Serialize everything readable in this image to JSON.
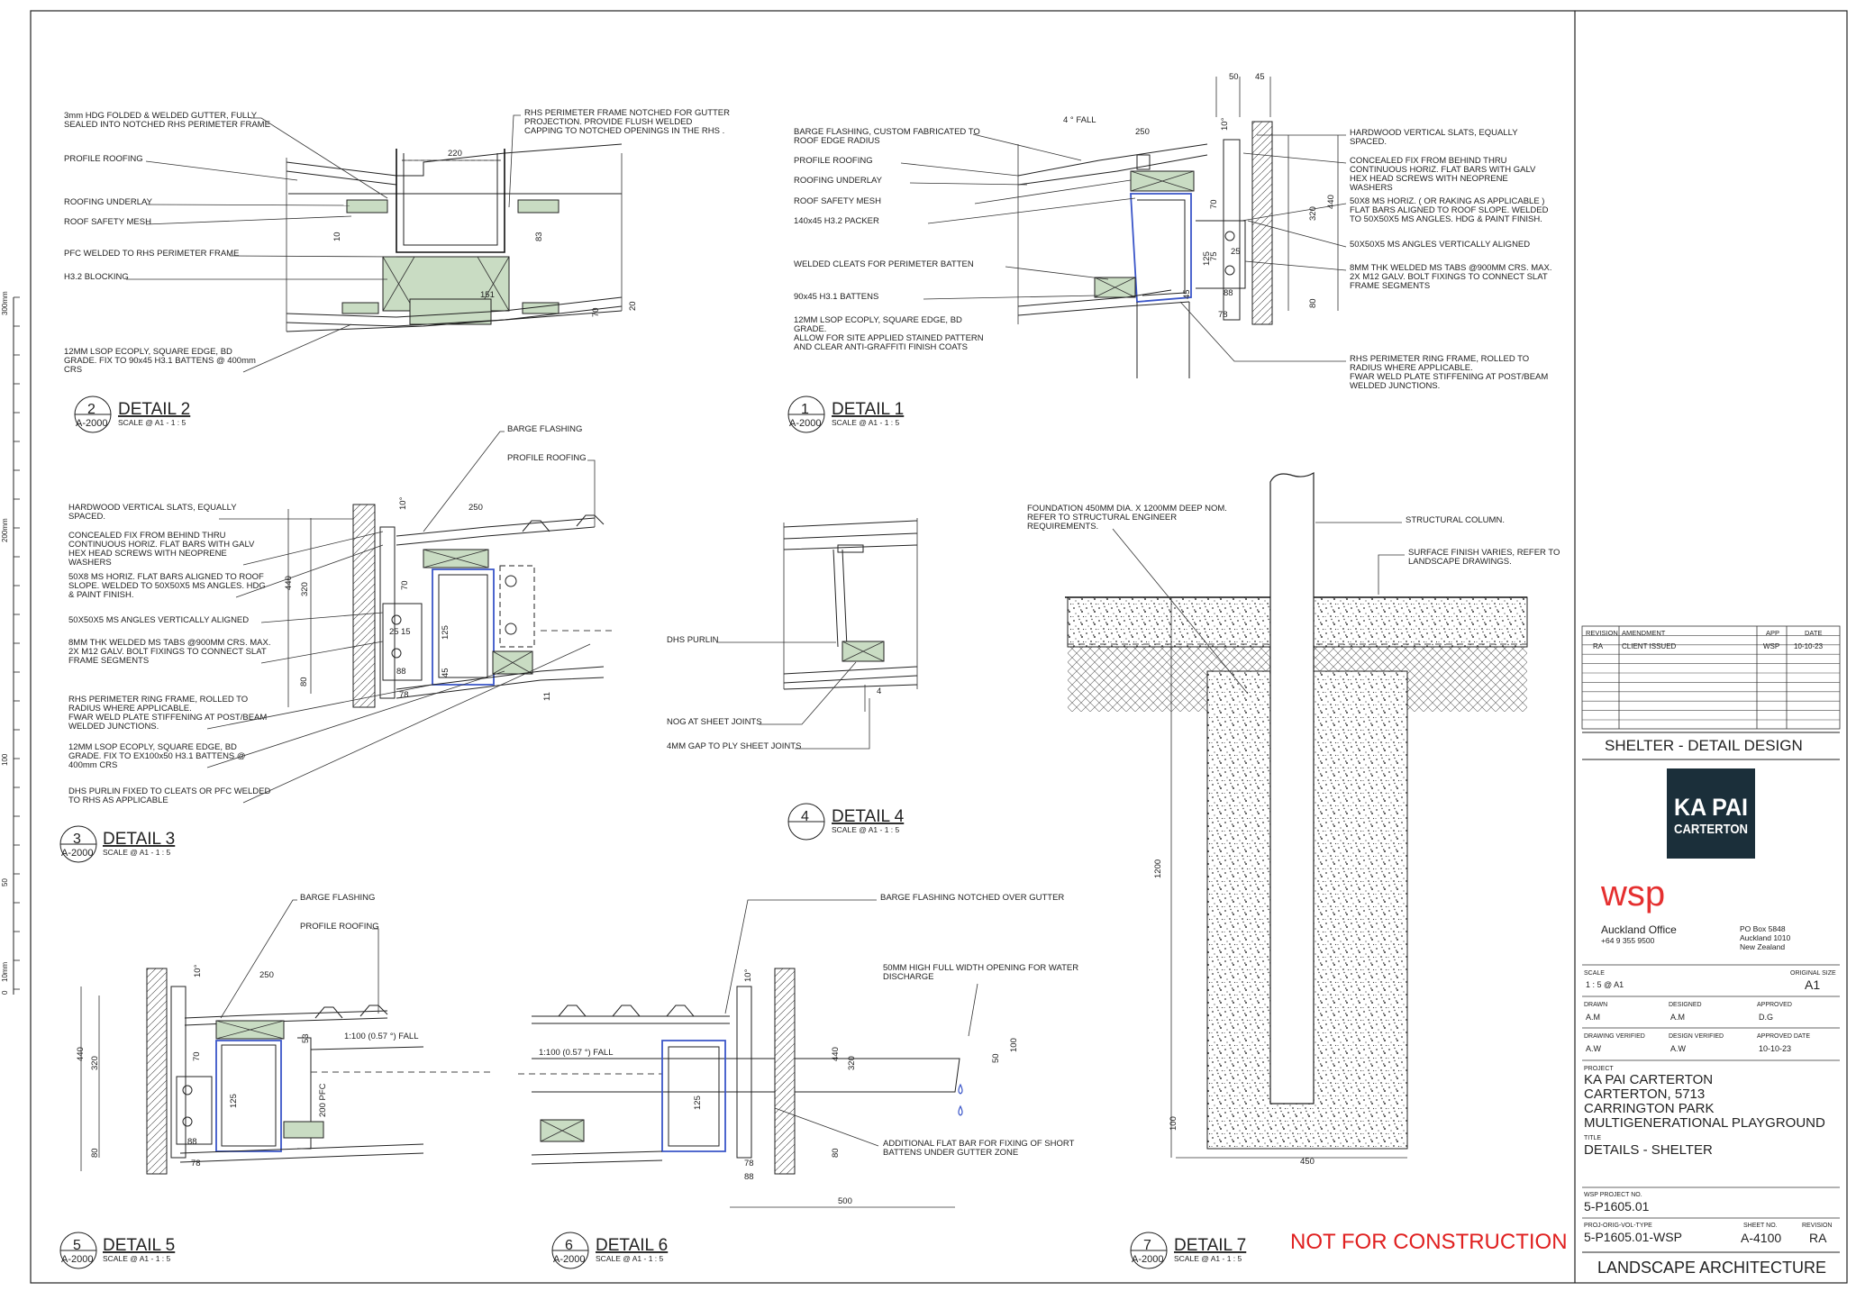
{
  "scale_bar": {
    "labels": [
      "300mm",
      "200mm",
      "100",
      "50",
      "10mm",
      "0"
    ]
  },
  "details": {
    "d2": {
      "number": "2",
      "ref": "A-2000",
      "title": "DETAIL 2",
      "scale": "SCALE @ A1 - 1 : 5",
      "notes": [
        "3mm HDG FOLDED & WELDED GUTTER, FULLY",
        "SEALED INTO NOTCHED RHS PERIMETER FRAME",
        "PROFILE ROOFING",
        "ROOFING UNDERLAY",
        "ROOF SAFETY MESH",
        "PFC WELDED TO RHS PERIMETER FRAME",
        "H3.2 BLOCKING",
        "12MM LSOP ECOPLY, SQUARE EDGE, BD",
        "GRADE. FIX TO 90x45 H3.1 BATTENS @ 400mm",
        "CRS",
        "RHS PERIMETER FRAME NOTCHED FOR GUTTER",
        "PROJECTION. PROVIDE FLUSH WELDED",
        "CAPPING TO NOTCHED OPENINGS IN THE RHS ."
      ],
      "dims": [
        "220",
        "10",
        "83",
        "151",
        "70",
        "20"
      ]
    },
    "d1": {
      "number": "1",
      "ref": "A-2000",
      "title": "DETAIL 1",
      "scale": "SCALE @ A1 - 1 : 5",
      "notes": [
        "BARGE FLASHING, CUSTOM FABRICATED TO",
        "ROOF EDGE RADIUS",
        "PROFILE ROOFING",
        "ROOFING UNDERLAY",
        "ROOF SAFETY MESH",
        "140x45 H3.2 PACKER",
        "WELDED CLEATS FOR PERIMETER BATTEN",
        "90x45 H3.1 BATTENS",
        "12MM LSOP ECOPLY, SQUARE EDGE, BD",
        "GRADE.",
        "ALLOW FOR SITE APPLIED STAINED PATTERN",
        "AND CLEAR ANTI-GRAFFITI FINISH COATS",
        "HARDWOOD VERTICAL SLATS, EQUALLY",
        "SPACED.",
        "CONCEALED FIX FROM BEHIND THRU",
        "CONTINUOUS HORIZ. FLAT BARS WITH GALV",
        "HEX HEAD SCREWS WITH NEOPRENE",
        "WASHERS",
        "50X8 MS HORIZ. ( OR RAKING AS APPLICABLE )",
        "FLAT BARS ALIGNED TO ROOF SLOPE. WELDED",
        "TO 50X50X5 MS ANGLES. HDG & PAINT FINISH.",
        "50X50X5 MS ANGLES VERTICALLY ALIGNED",
        "8MM THK WELDED MS TABS @900MM CRS. MAX.",
        "2X M12 GALV. BOLT FIXINGS TO CONNECT SLAT",
        "FRAME SEGMENTS",
        "RHS PERIMETER RING FRAME, ROLLED TO",
        "RADIUS WHERE APPLICABLE.",
        "FWAR WELD PLATE STIFFENING AT POST/BEAM",
        "WELDED JUNCTIONS."
      ],
      "dims": [
        "50",
        "45",
        "4 ° FALL",
        "250",
        "10°",
        "320",
        "440",
        "70",
        "125",
        "25",
        "75",
        "88",
        "45",
        "78",
        "80"
      ]
    },
    "d3": {
      "number": "3",
      "ref": "A-2000",
      "title": "DETAIL 3",
      "scale": "SCALE @ A1 - 1 : 5",
      "notes": [
        "BARGE FLASHING",
        "PROFILE ROOFING",
        "HARDWOOD VERTICAL SLATS, EQUALLY",
        "SPACED.",
        "CONCEALED FIX FROM BEHIND THRU",
        "CONTINUOUS HORIZ. FLAT BARS WITH GALV",
        "HEX HEAD SCREWS WITH NEOPRENE",
        "WASHERS",
        "50X8 MS HORIZ. FLAT BARS ALIGNED TO ROOF",
        "SLOPE. WELDED TO 50X50X5 MS ANGLES. HDG",
        "& PAINT FINISH.",
        "50X50X5 MS ANGLES VERTICALLY ALIGNED",
        "8MM THK WELDED MS TABS @900MM CRS. MAX.",
        "2X M12 GALV. BOLT FIXINGS TO CONNECT SLAT",
        "FRAME SEGMENTS",
        "RHS PERIMETER RING FRAME, ROLLED TO",
        "RADIUS WHERE APPLICABLE.",
        "FWAR WELD PLATE STIFFENING AT POST/BEAM",
        "WELDED JUNCTIONS.",
        "12MM LSOP ECOPLY, SQUARE EDGE, BD",
        "GRADE. FIX TO EX100x50 H3.1 BATTENS @",
        "400mm CRS",
        "DHS PURLIN FIXED TO CLEATS OR PFC WELDED",
        "TO RHS AS APPLICABLE"
      ],
      "dims": [
        "10°",
        "250",
        "440",
        "320",
        "70",
        "125",
        "25",
        "15",
        "88",
        "45",
        "78",
        "80",
        "11"
      ]
    },
    "d4": {
      "number": "4",
      "ref": "A-2000",
      "title": "DETAIL 4",
      "scale": "SCALE @ A1 - 1 : 5",
      "notes": [
        "DHS PURLIN",
        "NOG AT SHEET JOINTS",
        "4MM GAP TO PLY SHEET JOINTS"
      ],
      "dims": [
        "4"
      ]
    },
    "d5": {
      "number": "5",
      "ref": "A-2000",
      "title": "DETAIL 5",
      "scale": "SCALE @ A1 - 1 : 5",
      "notes": [
        "BARGE FLASHING",
        "PROFILE ROOFING"
      ],
      "dims": [
        "10°",
        "250",
        "440",
        "320",
        "70",
        "53",
        "1:100 (0.57 °)  FALL",
        "200 PFC",
        "125",
        "88",
        "78",
        "80"
      ]
    },
    "d6": {
      "number": "6",
      "ref": "A-2000",
      "title": "DETAIL 6",
      "scale": "SCALE @ A1 - 1 : 5",
      "notes": [
        "BARGE FLASHING NOTCHED OVER GUTTER",
        "50MM HIGH FULL WIDTH OPENING FOR WATER",
        "DISCHARGE",
        "ADDITIONAL FLAT BAR FOR FIXING OF SHORT",
        "BATTENS UNDER GUTTER ZONE"
      ],
      "dims": [
        "10°",
        "1:100 (0.57 °)  FALL",
        "440",
        "320",
        "125",
        "80",
        "78",
        "88",
        "50",
        "100",
        "500"
      ]
    },
    "d7": {
      "number": "7",
      "ref": "A-2000",
      "title": "DETAIL 7",
      "scale": "SCALE @ A1 - 1 : 5",
      "notes": [
        "FOUNDATION 450MM DIA. X 1200MM DEEP NOM.",
        "REFER TO STRUCTURAL ENGINEER",
        "REQUIREMENTS.",
        "STRUCTURAL COLUMN.",
        "SURFACE FINISH VARIES, REFER TO",
        "LANDSCAPE DRAWINGS."
      ],
      "dims": [
        "1200",
        "100",
        "450"
      ]
    }
  },
  "stamp": "NOT FOR CONSTRUCTION",
  "title_block": {
    "revision_headers": [
      "REVISION",
      "AMENDMENT",
      "APP",
      "DATE"
    ],
    "revision_rows": [
      [
        "RA",
        "CLIENT ISSUED",
        "WSP",
        "10-10-23"
      ]
    ],
    "sheet_title": "SHELTER - DETAIL DESIGN",
    "client_logo": [
      "KA PAI",
      "CARTERTON"
    ],
    "consultant_logo": "wsp",
    "office": "Auckland Office",
    "phone": "+64 9 355 9500",
    "address": [
      "PO Box 5848",
      "Auckland 1010",
      "New Zealand"
    ],
    "scale_label": "SCALE",
    "scale_value": "1 : 5 @ A1",
    "original_size_label": "ORIGINAL SIZE",
    "original_size_value": "A1",
    "drawn_label": "DRAWN",
    "drawn_value": "A.M",
    "designed_label": "DESIGNED",
    "designed_value": "A.M",
    "approved_label": "APPROVED",
    "approved_value": "D.G",
    "drawing_verified_label": "DRAWING VERIFIED",
    "drawing_verified_value": "A.W",
    "design_verified_label": "DESIGN VERIFIED",
    "design_verified_value": "A.W",
    "approved_date_label": "APPROVED DATE",
    "approved_date_value": "10-10-23",
    "project_label": "PROJECT",
    "project_lines": [
      "KA PAI CARTERTON",
      "CARTERTON, 5713",
      "CARRINGTON PARK",
      "MULTIGENERATIONAL PLAYGROUND"
    ],
    "title_label": "TITLE",
    "title_value": "DETAILS -  SHELTER",
    "wsp_project_label": "WSP PROJECT NO.",
    "wsp_project_value": "5-P1605.01",
    "proj_orig_label": "PROJ-ORIG-VOL-TYPE",
    "proj_orig_value": "5-P1605.01-WSP",
    "sheet_no_label": "SHEET NO.",
    "sheet_no_value": "A-4100",
    "revision_label": "REVISION",
    "revision_value": "RA",
    "discipline": "LANDSCAPE ARCHITECTURE"
  }
}
